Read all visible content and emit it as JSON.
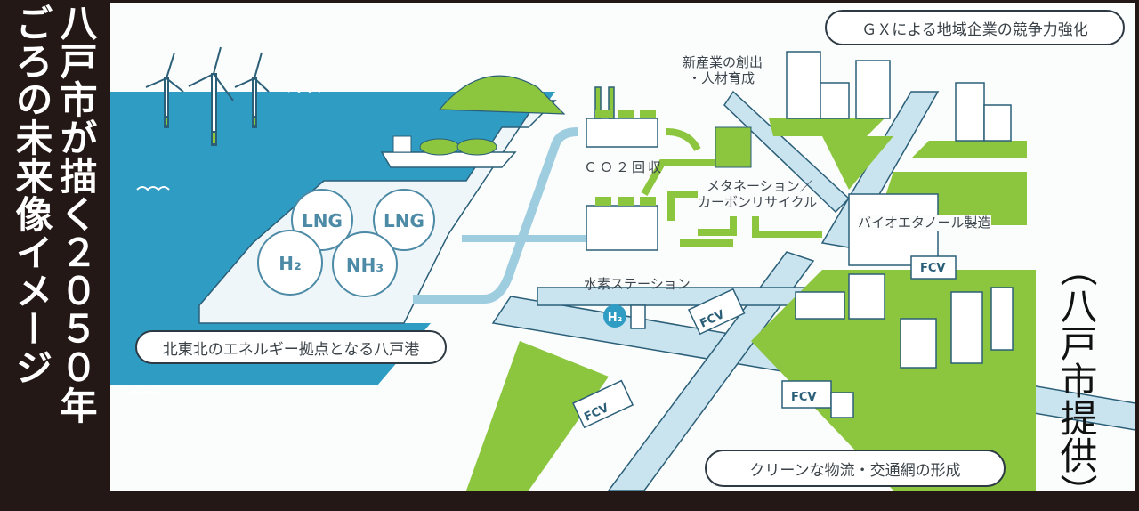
{
  "headline": {
    "line1": "八戸市が描く２０５０年",
    "line2": "ごろの未来像イメージ"
  },
  "credit": "（八戸市提供）",
  "callouts": {
    "gx": "ＧＸによる地域企業の競争力強化",
    "port": "北東北のエネルギー拠点となる八戸港",
    "logistics": "クリーンな物流・交通網の形成"
  },
  "labels": {
    "new_industry_line1": "新産業の創出",
    "new_industry_line2": "・人材育成",
    "co2": "ＣＯ２回収",
    "methanation_line1": "メタネーション／",
    "methanation_line2": "カーボンリサイクル",
    "bioethanol": "バイオエタノール製造",
    "hydrogen_station": "水素ステーション"
  },
  "tanks": {
    "t1": "LNG",
    "t2": "LNG",
    "t3": "H₂",
    "t4": "NH₃"
  },
  "vehicles": {
    "fcv": "FCV",
    "h2_badge": "H₂"
  },
  "colors": {
    "sea": "#2f9cc4",
    "green": "#8cc63f",
    "road": "#c9e3ef",
    "outline": "#2b5f78",
    "frame": "#231815"
  }
}
